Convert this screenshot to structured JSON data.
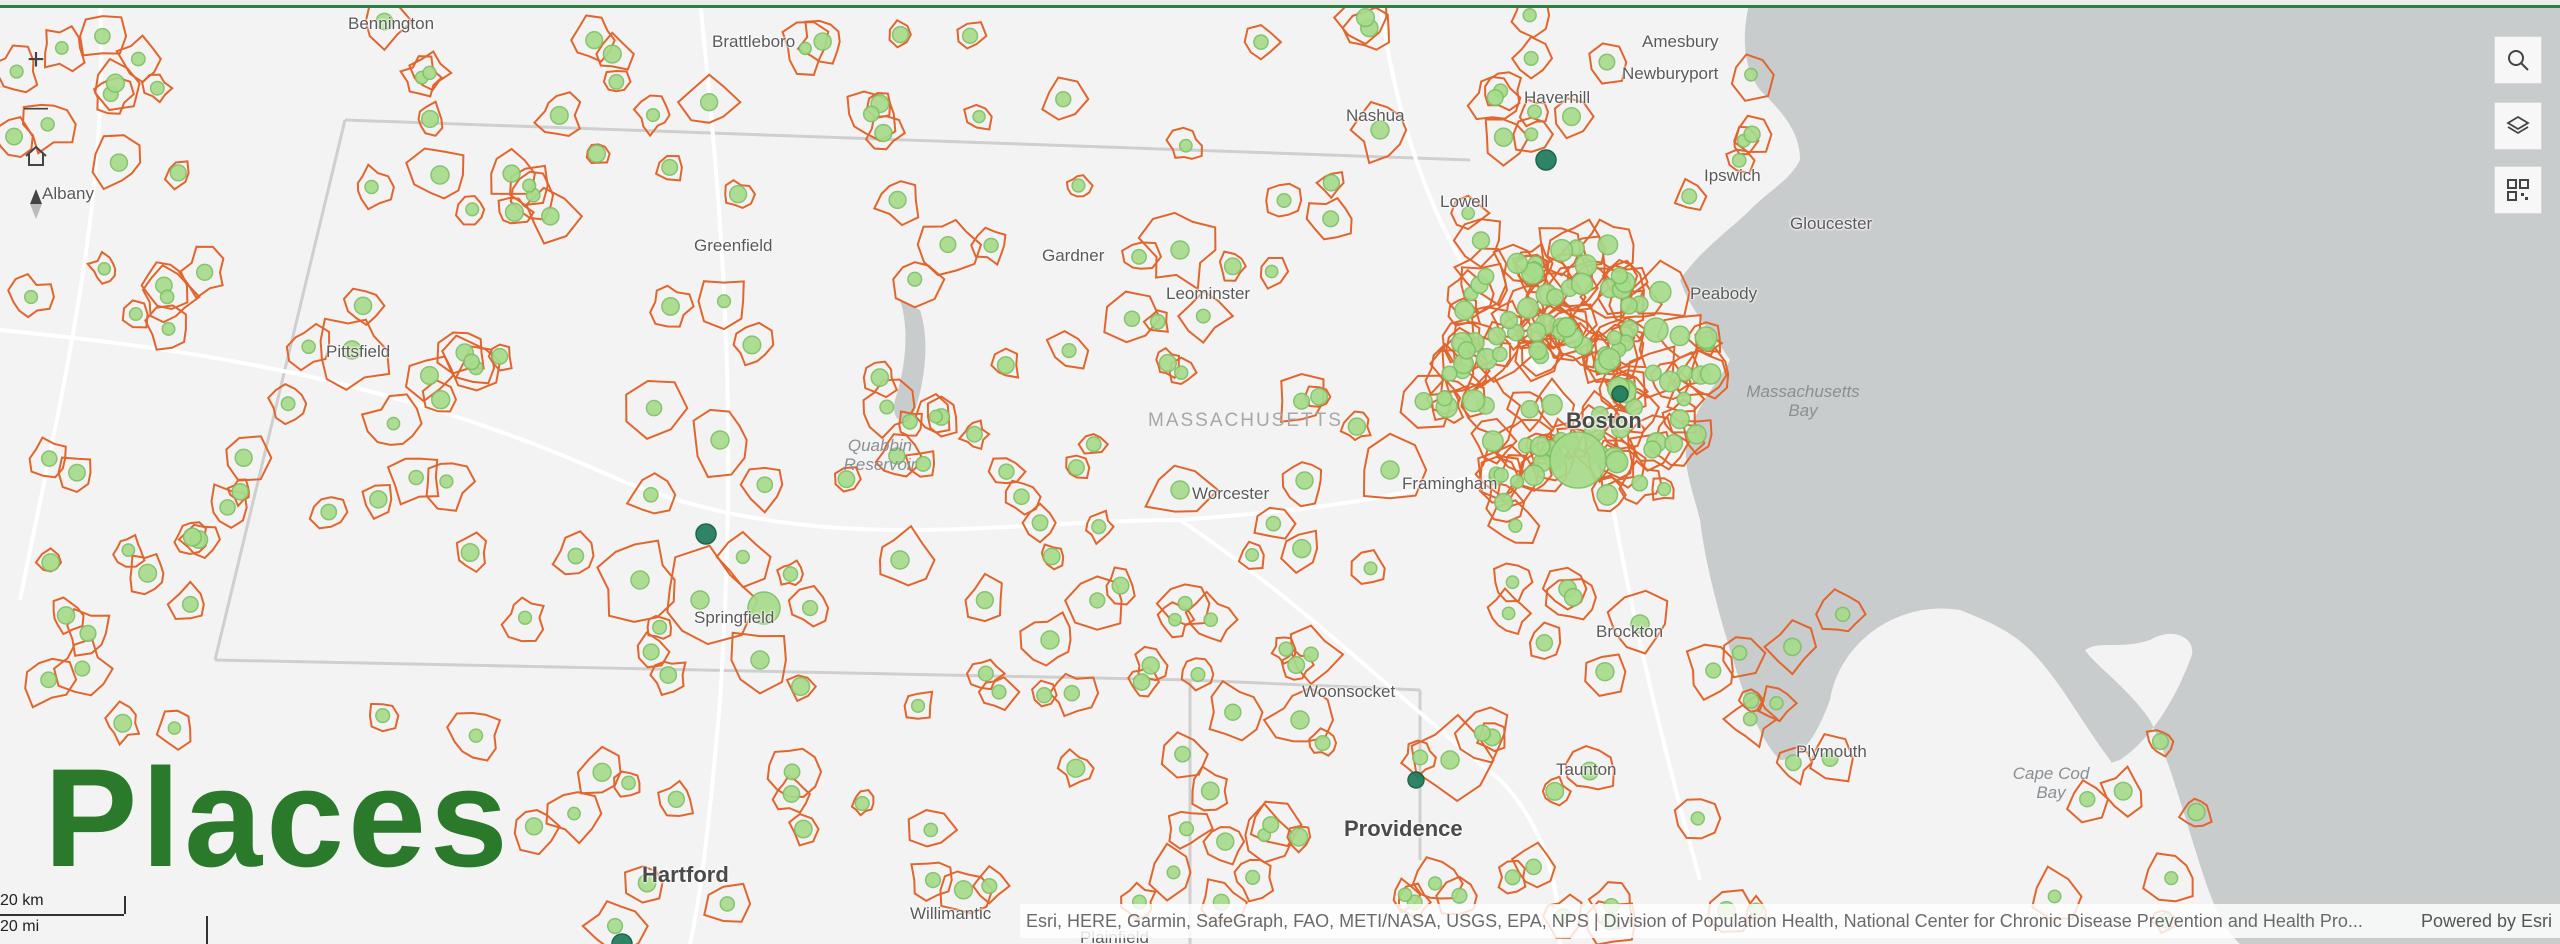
{
  "title_overlay": "Places",
  "states": [
    "MASSACHUSETTS"
  ],
  "places": [
    {
      "name": "Bennington",
      "style": ""
    },
    {
      "name": "Brattleboro",
      "style": ""
    },
    {
      "name": "Amesbury",
      "style": ""
    },
    {
      "name": "Newburyport",
      "style": ""
    },
    {
      "name": "Haverhill",
      "style": ""
    },
    {
      "name": "Nashua",
      "style": ""
    },
    {
      "name": "Ipswich",
      "style": ""
    },
    {
      "name": "Lowell",
      "style": ""
    },
    {
      "name": "Gloucester",
      "style": ""
    },
    {
      "name": "Albany",
      "style": ""
    },
    {
      "name": "Greenfield",
      "style": ""
    },
    {
      "name": "Gardner",
      "style": ""
    },
    {
      "name": "Leominster",
      "style": ""
    },
    {
      "name": "Peabody",
      "style": ""
    },
    {
      "name": "Pittsfield",
      "style": ""
    },
    {
      "name": "Boston",
      "style": "big"
    },
    {
      "name": "Framingham",
      "style": ""
    },
    {
      "name": "Worcester",
      "style": ""
    },
    {
      "name": "Springfield",
      "style": ""
    },
    {
      "name": "Brockton",
      "style": ""
    },
    {
      "name": "Woonsocket",
      "style": ""
    },
    {
      "name": "Plymouth",
      "style": ""
    },
    {
      "name": "Taunton",
      "style": ""
    },
    {
      "name": "Providence",
      "style": "big"
    },
    {
      "name": "Hartford",
      "style": "big"
    },
    {
      "name": "Willimantic",
      "style": ""
    },
    {
      "name": "Plainfield",
      "style": ""
    }
  ],
  "water_labels": [
    {
      "lines": [
        "Massachusetts",
        "Bay"
      ]
    },
    {
      "lines": [
        "Quabbin",
        "Reservoir"
      ]
    },
    {
      "lines": [
        "Cape Cod",
        "Bay"
      ]
    }
  ],
  "controls": {
    "zoom_in": "+",
    "zoom_out": "—",
    "home_icon": "home-icon",
    "compass_icon": "compass-icon",
    "search_icon": "search-icon",
    "layers_icon": "layers-icon",
    "qr_icon": "qr-code-icon"
  },
  "scale": {
    "metric": "20 km",
    "imperial": "20 mi"
  },
  "attribution": {
    "text": "Esri, HERE, Garmin, SafeGraph, FAO, METI/NASA, USGS, EPA, NPS | Division of Population Health, National Center for Chronic Disease Prevention and Health Pro...",
    "powered": "Powered by Esri"
  },
  "colors": {
    "land": "#f3f3f3",
    "ocean": "#c9cccd",
    "boundary": "#e0662e",
    "marker_fill": "#a6dc8a",
    "marker_stroke": "#7fbf67",
    "marker_dark": "#1f7a5c",
    "title": "#2b7a2b"
  }
}
